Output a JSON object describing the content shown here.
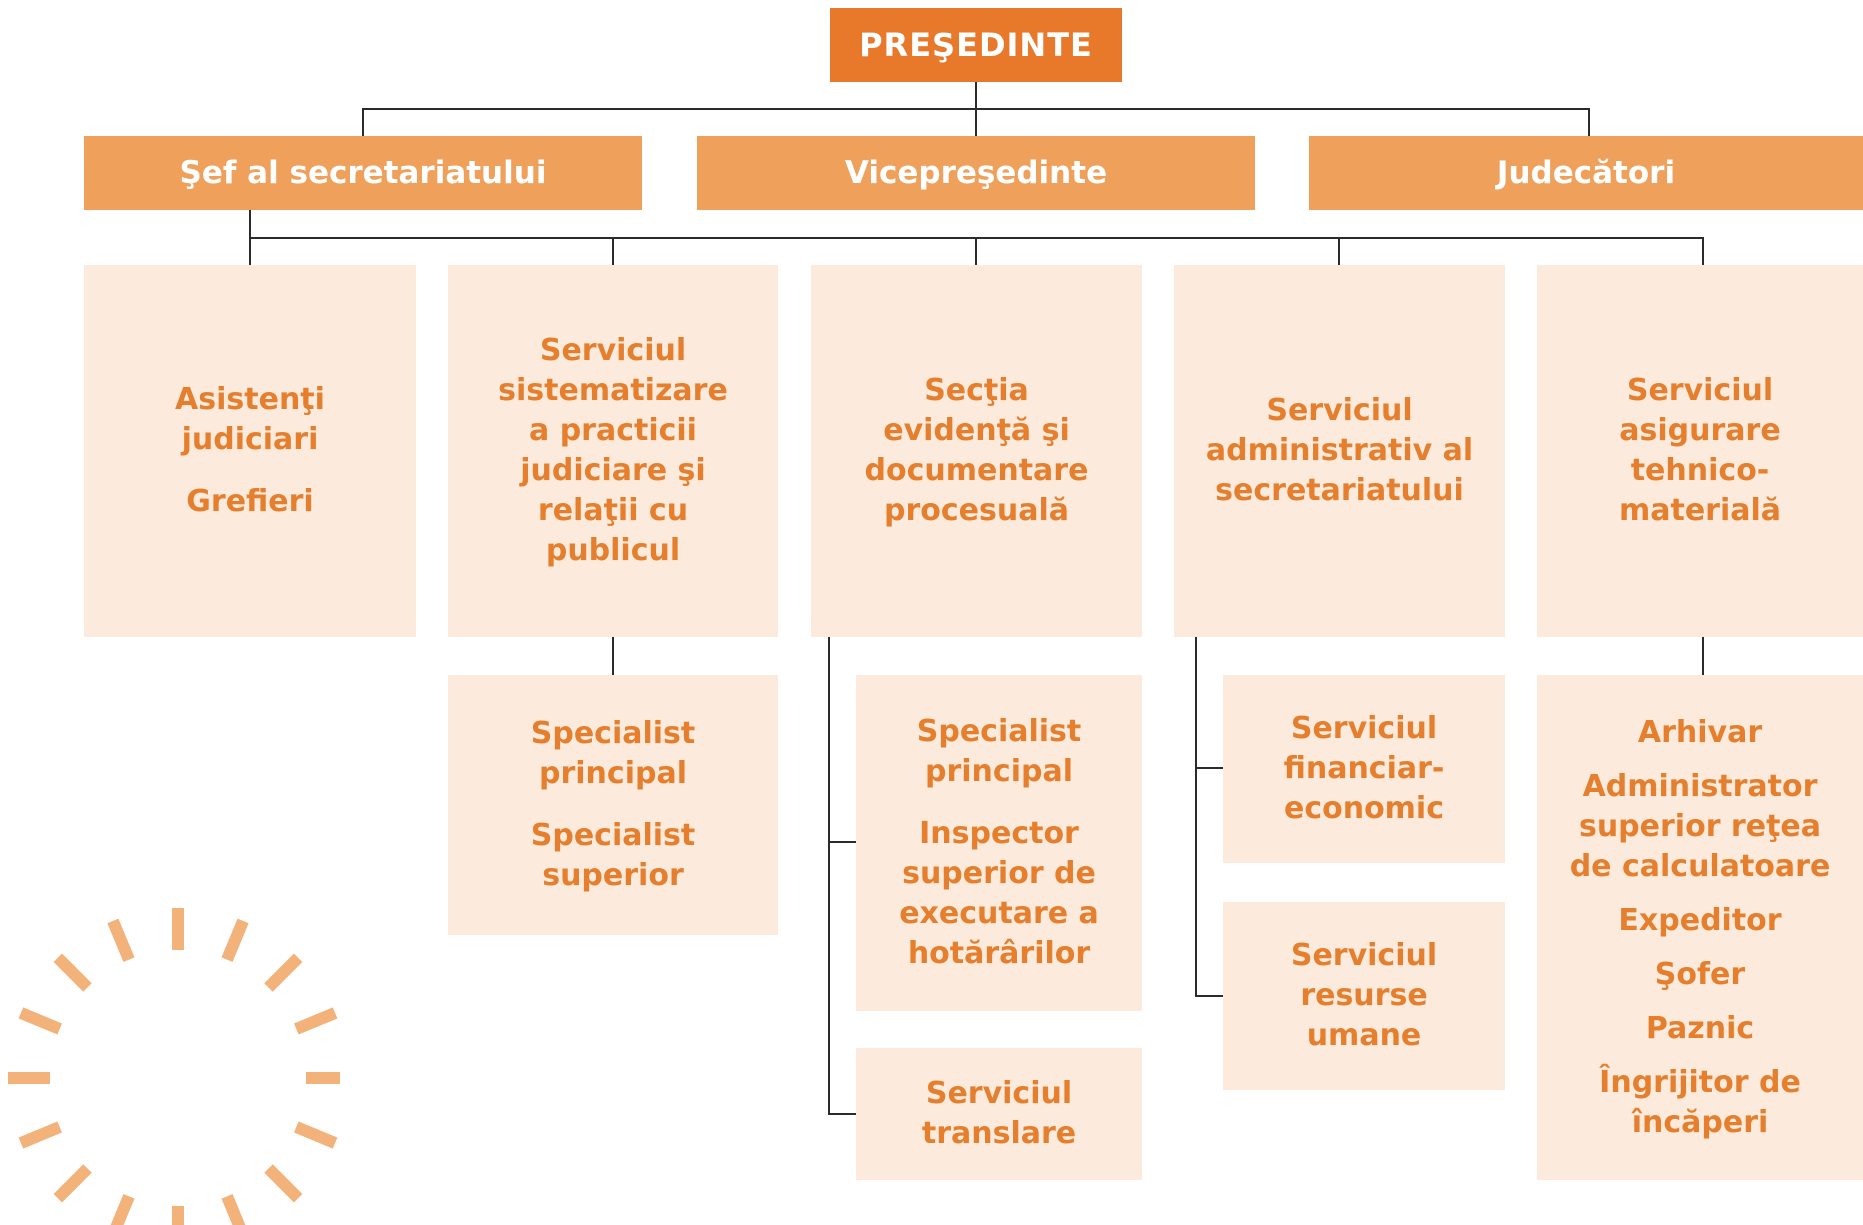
{
  "colors": {
    "top": "#e8792a",
    "mid": "#efa05a",
    "pale": "#fcebdd",
    "text_accent": "#e57f2e",
    "connector": "#2b2b2b",
    "sun": "#f2b27a"
  },
  "president": "PREŞEDINTE",
  "level2": {
    "sef": "Şef al secretariatului",
    "vice": "Vicepreşedinte",
    "judges": "Judecători"
  },
  "departments": {
    "asistenti": {
      "line1": "Asistenţi\njudiciari",
      "line2": "Grefieri"
    },
    "sistematizare": "Serviciul\nsistematizare\na practicii\njudiciare şi\nrelaţii cu\npublicul",
    "evidenta": "Secţia\nevidenţă şi\ndocumentare\nprocesuală",
    "administrativ": "Serviciul\nadministrativ al\nsecretariatului",
    "tehnico": "Serviciul\nasigurare\ntehnico-\nmaterială"
  },
  "sub": {
    "sistematizare": {
      "a": "Specialist\nprincipal",
      "b": "Specialist\nsuperior"
    },
    "evidenta_staff": {
      "a": "Specialist\nprincipal",
      "b": "Inspector\nsuperior de\nexecutare a\nhotărârilor"
    },
    "translare": "Serviciul\ntranslare",
    "financiar": "Serviciul\nfinanciar-\neconomic",
    "resurse": "Serviciul\nresurse\numane",
    "tehnico_staff": {
      "arhivar": "Arhivar",
      "admin_retea": "Administrator\nsuperior reţea\nde calculatoare",
      "expeditor": "Expeditor",
      "sofer": "Şofer",
      "paznic": "Paznic",
      "ingrijitor": "Îngrijitor de\nîncăperi"
    }
  }
}
